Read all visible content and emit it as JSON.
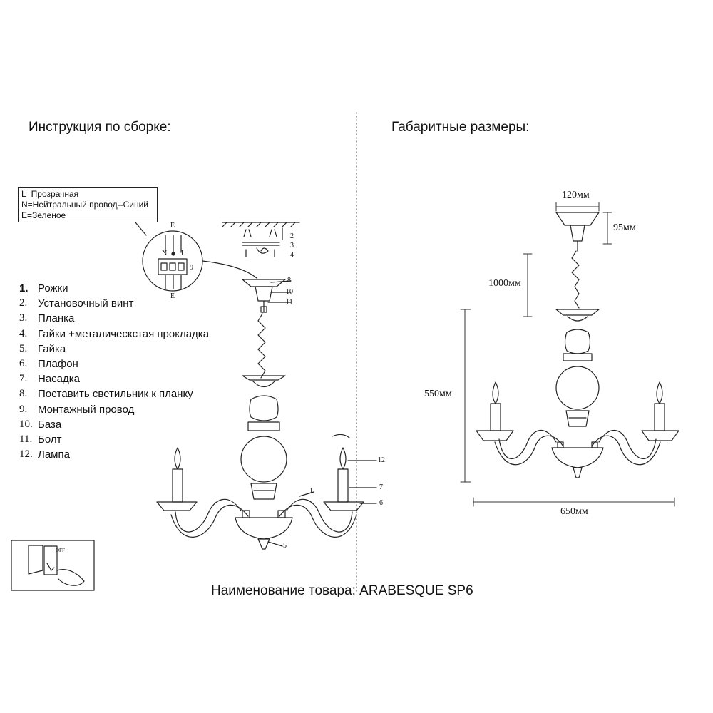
{
  "assembly": {
    "heading": "Инструкция по сборке:",
    "legend": [
      "L=Прозрачная",
      "N=Нейтральный провод--Синий",
      "E=Зеленое"
    ],
    "terminal_labels": {
      "top": "E",
      "left": "N",
      "right": "L",
      "bottom": "E",
      "callout": "9"
    },
    "parts": [
      {
        "num": "1.",
        "label": "Рожки"
      },
      {
        "num": "2.",
        "label": "Установочный винт"
      },
      {
        "num": "3.",
        "label": "Планка"
      },
      {
        "num": "4.",
        "label": "Гайки +металическстая прокладка"
      },
      {
        "num": "5.",
        "label": "Гайка"
      },
      {
        "num": "6.",
        "label": "Плафон"
      },
      {
        "num": "7.",
        "label": "Насадка"
      },
      {
        "num": "8.",
        "label": "Поставить светильник к планку"
      },
      {
        "num": "9.",
        "label": "Монтажный провод"
      },
      {
        "num": "10.",
        "label": "База"
      },
      {
        "num": "11.",
        "label": "Болт"
      },
      {
        "num": "12.",
        "label": "Лампа"
      }
    ],
    "callouts": [
      "2",
      "3",
      "4",
      "8",
      "10",
      "11",
      "12",
      "1",
      "7",
      "6",
      "5"
    ],
    "switch_label": "OFF"
  },
  "dimensions": {
    "heading": "Габаритные размеры:",
    "canopy_width": "120мм",
    "canopy_height": "95мм",
    "chain_length": "1000мм",
    "body_height": "550мм",
    "overall_width": "650мм"
  },
  "product": {
    "name": "Наименование товара: ARABESQUE SP6"
  }
}
